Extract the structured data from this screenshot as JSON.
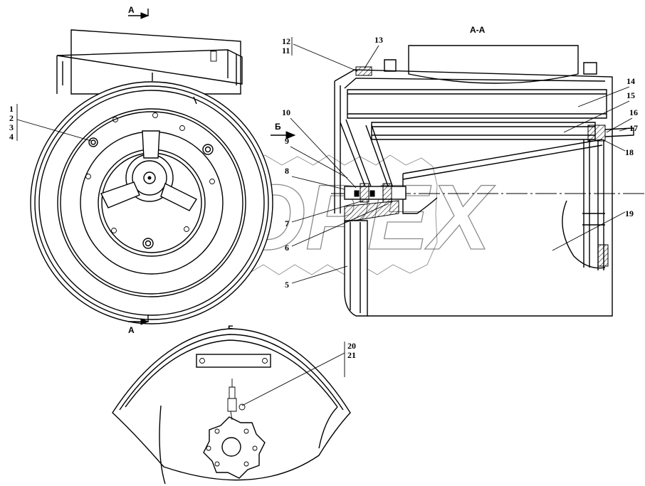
{
  "views": {
    "section_marker": "А",
    "section_title": "А-А",
    "view_b_marker": "Б",
    "view_b_title": "Б"
  },
  "callouts": {
    "c1": "1",
    "c2": "2",
    "c3": "3",
    "c4": "4",
    "c5": "5",
    "c6": "6",
    "c7": "7",
    "c8": "8",
    "c9": "9",
    "c10": "10",
    "c11": "11",
    "c12": "12",
    "c13": "13",
    "c14": "14",
    "c15": "15",
    "c16": "16",
    "c17": "17",
    "c18": "18",
    "c19": "19",
    "c20": "20",
    "c21": "21"
  },
  "watermark": {
    "text": "ОРЕХ"
  }
}
